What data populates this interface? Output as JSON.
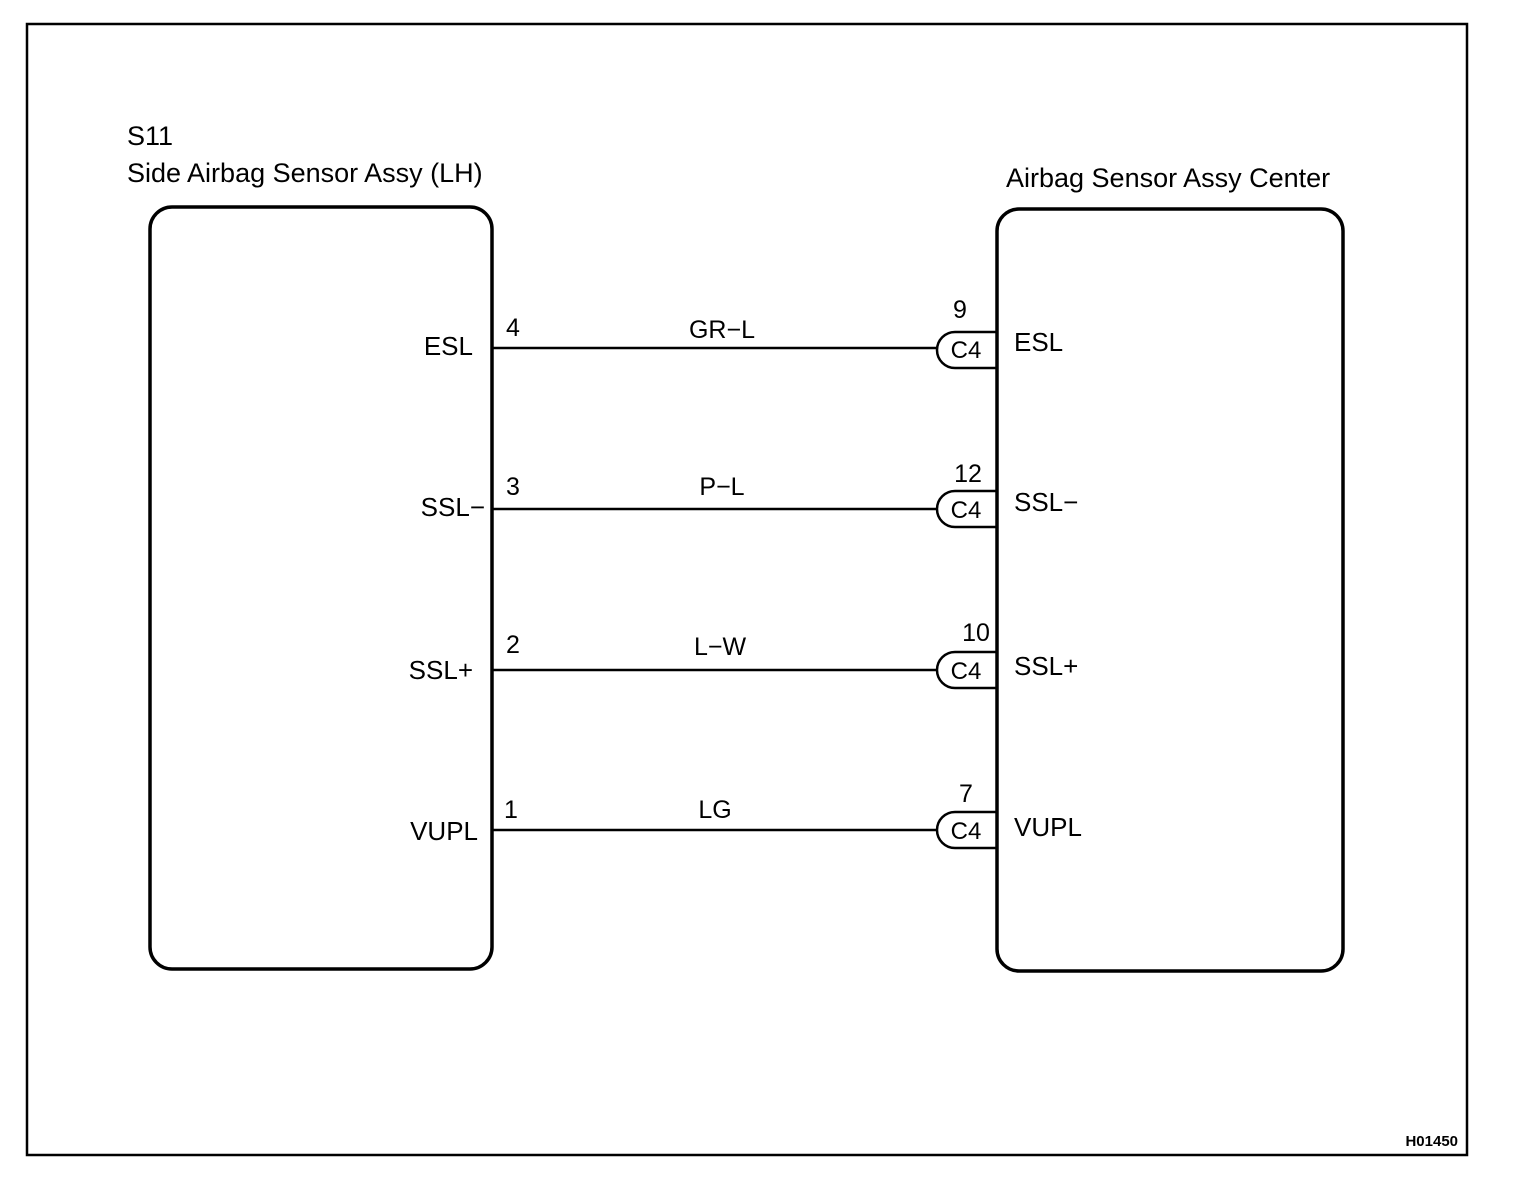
{
  "left_component": {
    "code": "S11",
    "name": "Side Airbag Sensor Assy (LH)"
  },
  "right_component": {
    "name": "Airbag Sensor Assy Center"
  },
  "connector_label": "C4",
  "wires": [
    {
      "left_pin": "4",
      "left_signal": "ESL",
      "color": "GR−L",
      "right_pin": "9",
      "right_signal": "ESL"
    },
    {
      "left_pin": "3",
      "left_signal": "SSL−",
      "color": "P−L",
      "right_pin": "12",
      "right_signal": "SSL−"
    },
    {
      "left_pin": "2",
      "left_signal": "SSL+",
      "color": "L−W",
      "right_pin": "10",
      "right_signal": "SSL+"
    },
    {
      "left_pin": "1",
      "left_signal": "VUPL",
      "color": "LG",
      "right_pin": "7",
      "right_signal": "VUPL"
    }
  ],
  "figure_code": "H01450"
}
